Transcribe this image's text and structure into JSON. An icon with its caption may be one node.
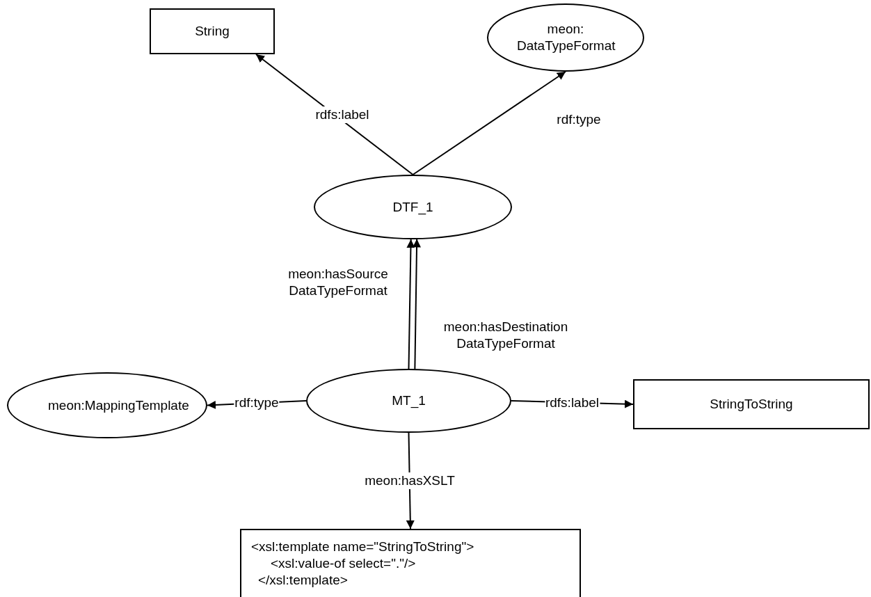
{
  "diagram": {
    "nodes": [
      {
        "text": [
          "String"
        ]
      },
      {
        "text": [
          "meon: DataTypeFormat"
        ]
      },
      {
        "text": [
          "DTF_1"
        ]
      },
      {
        "text": [
          "meon:MappingTemplate"
        ]
      },
      {
        "text": [
          "MT_1"
        ]
      },
      {
        "text": [
          "StringToString"
        ]
      },
      {
        "text": [
          "<xsl:template name=\"StringToString\">",
          "<xsl:value-of select=\".\"/>",
          "</xsl:template>"
        ]
      }
    ],
    "edges": [
      {
        "from": 2,
        "to": 0,
        "arrow": "to",
        "label": "rdfs:label"
      },
      {
        "from": 2,
        "to": 1,
        "arrow": "to",
        "label": "rdf:type"
      },
      {
        "from": 4,
        "to": 2,
        "arrow": "to",
        "label": "meon:hasSource DataTypeFormat"
      },
      {
        "from": 4,
        "to": 2,
        "arrow": "to",
        "label": "meon:hasDestination DataTypeFormat"
      },
      {
        "from": 4,
        "to": 3,
        "arrow": "to",
        "label": "rdf:type"
      },
      {
        "from": 4,
        "to": 5,
        "arrow": "to",
        "label": "rdfs:label"
      },
      {
        "from": 4,
        "to": 6,
        "arrow": "to",
        "label": "meon:hasXSLT"
      }
    ]
  }
}
